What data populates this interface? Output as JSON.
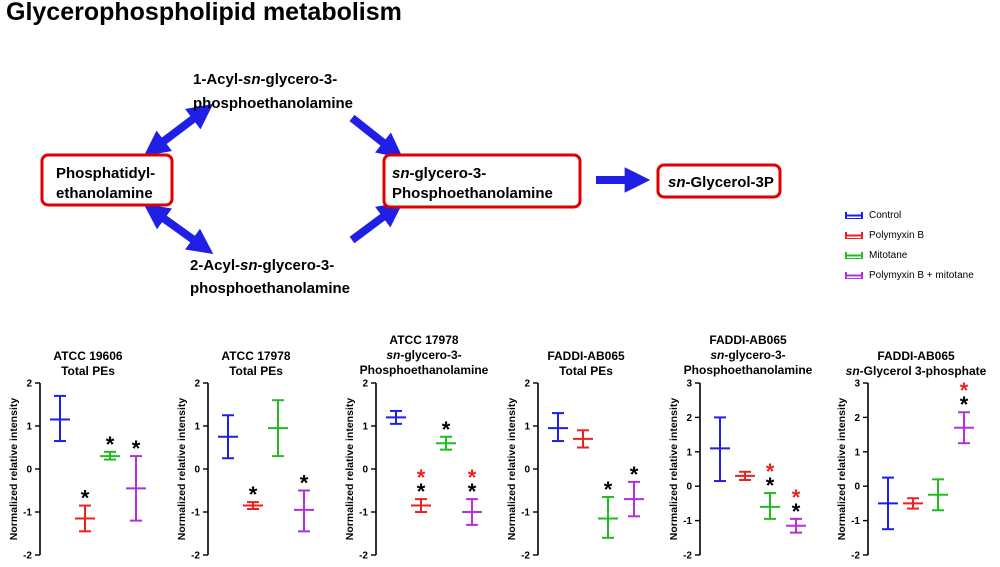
{
  "title": "Glycerophospholipid metabolism",
  "pathway": {
    "nodes": {
      "pe": {
        "line1": "Phosphatidyl-",
        "line2": "ethanolamine"
      },
      "acyl1": {
        "prefix1": "1-Acyl-",
        "italic": "sn",
        "suffix1": "-glycero-3-",
        "line2": "phosphoethanolamine"
      },
      "acyl2": {
        "prefix1": "2-Acyl-",
        "italic": "sn",
        "suffix1": "-glycero-3-",
        "line2": "phosphoethanolamine"
      },
      "gpe": {
        "italic": "sn",
        "suffix1": "-glycero-3-",
        "line2": "Phosphoethanolamine"
      },
      "g3p": {
        "italic": "sn",
        "suffix1": "-Glycerol-3P"
      }
    },
    "box_color": "#e00000",
    "arrow_color": "#1f1fe6"
  },
  "legend": [
    {
      "label": "Control",
      "color": "#1f1fe6"
    },
    {
      "label": "Polymyxin B",
      "color": "#ee2020"
    },
    {
      "label": "Mitotane",
      "color": "#22bb22"
    },
    {
      "label": "Polymyxin B + mitotane",
      "color": "#b030e0"
    }
  ],
  "star_colors": {
    "black": "#000000",
    "red": "#ee2020"
  },
  "chart_data": [
    {
      "type": "errorbar",
      "title_lines": [
        "ATCC 19606",
        "Total PEs"
      ],
      "ylabel": "Normalized relative intensity",
      "ylim": [
        -2,
        2
      ],
      "yticks": [
        -2,
        -1,
        0,
        1,
        2
      ],
      "groups": [
        {
          "mean": 1.15,
          "low": 0.65,
          "high": 1.7,
          "stars": []
        },
        {
          "mean": -1.15,
          "low": -1.45,
          "high": -0.85,
          "stars": [
            "black"
          ]
        },
        {
          "mean": 0.3,
          "low": 0.22,
          "high": 0.4,
          "stars": [
            "black"
          ]
        },
        {
          "mean": -0.45,
          "low": -1.2,
          "high": 0.3,
          "stars": [
            "black"
          ]
        }
      ]
    },
    {
      "type": "errorbar",
      "title_lines": [
        "ATCC 17978",
        "Total PEs"
      ],
      "ylabel": "Normalized relative intensity",
      "ylim": [
        -2,
        2
      ],
      "yticks": [
        -2,
        -1,
        0,
        1,
        2
      ],
      "groups": [
        {
          "mean": 0.75,
          "low": 0.25,
          "high": 1.25,
          "stars": []
        },
        {
          "mean": -0.85,
          "low": -0.93,
          "high": -0.77,
          "stars": [
            "black"
          ]
        },
        {
          "mean": 0.95,
          "low": 0.3,
          "high": 1.6,
          "stars": []
        },
        {
          "mean": -0.95,
          "low": -1.45,
          "high": -0.5,
          "stars": [
            "black"
          ]
        }
      ]
    },
    {
      "type": "errorbar",
      "title_lines": [
        "ATCC 17978",
        "sn-glycero-3-",
        "Phosphoethanolamine"
      ],
      "ylabel": "Normalized relative intensity",
      "ylim": [
        -2,
        2
      ],
      "yticks": [
        -2,
        -1,
        0,
        1,
        2
      ],
      "groups": [
        {
          "mean": 1.2,
          "low": 1.05,
          "high": 1.35,
          "stars": []
        },
        {
          "mean": -0.85,
          "low": -1.0,
          "high": -0.7,
          "stars": [
            "red",
            "black"
          ]
        },
        {
          "mean": 0.6,
          "low": 0.45,
          "high": 0.75,
          "stars": [
            "black"
          ]
        },
        {
          "mean": -1.0,
          "low": -1.3,
          "high": -0.7,
          "stars": [
            "red",
            "black"
          ]
        }
      ]
    },
    {
      "type": "errorbar",
      "title_lines": [
        "FADDI-AB065",
        "Total PEs"
      ],
      "ylabel": "Normalized relative intensity",
      "ylim": [
        -2,
        2
      ],
      "yticks": [
        -2,
        -1,
        0,
        1,
        2
      ],
      "groups": [
        {
          "mean": 0.95,
          "low": 0.65,
          "high": 1.3,
          "stars": []
        },
        {
          "mean": 0.7,
          "low": 0.5,
          "high": 0.9,
          "stars": []
        },
        {
          "mean": -1.15,
          "low": -1.6,
          "high": -0.65,
          "stars": [
            "black"
          ]
        },
        {
          "mean": -0.7,
          "low": -1.1,
          "high": -0.3,
          "stars": [
            "black"
          ]
        }
      ]
    },
    {
      "type": "errorbar",
      "title_lines": [
        "FADDI-AB065",
        "sn-glycero-3-",
        "Phosphoethanolamine"
      ],
      "ylabel": "Normalized relative intensity",
      "ylim": [
        -2,
        3
      ],
      "yticks": [
        -2,
        -1,
        0,
        1,
        2,
        3
      ],
      "groups": [
        {
          "mean": 1.1,
          "low": 0.15,
          "high": 2.0,
          "stars": []
        },
        {
          "mean": 0.3,
          "low": 0.18,
          "high": 0.42,
          "stars": []
        },
        {
          "mean": -0.6,
          "low": -0.95,
          "high": -0.2,
          "stars": [
            "red",
            "black"
          ]
        },
        {
          "mean": -1.15,
          "low": -1.35,
          "high": -0.95,
          "stars": [
            "red",
            "black"
          ]
        }
      ]
    },
    {
      "type": "errorbar",
      "title_lines": [
        "FADDI-AB065",
        "sn-Glycerol 3-phosphate"
      ],
      "ylabel": "Normalized relative intensity",
      "ylim": [
        -2,
        3
      ],
      "yticks": [
        -2,
        -1,
        0,
        1,
        2,
        3
      ],
      "groups": [
        {
          "mean": -0.5,
          "low": -1.25,
          "high": 0.25,
          "stars": []
        },
        {
          "mean": -0.5,
          "low": -0.65,
          "high": -0.35,
          "stars": []
        },
        {
          "mean": -0.25,
          "low": -0.7,
          "high": 0.2,
          "stars": []
        },
        {
          "mean": 1.7,
          "low": 1.25,
          "high": 2.15,
          "stars": [
            "red",
            "black"
          ]
        }
      ]
    }
  ]
}
